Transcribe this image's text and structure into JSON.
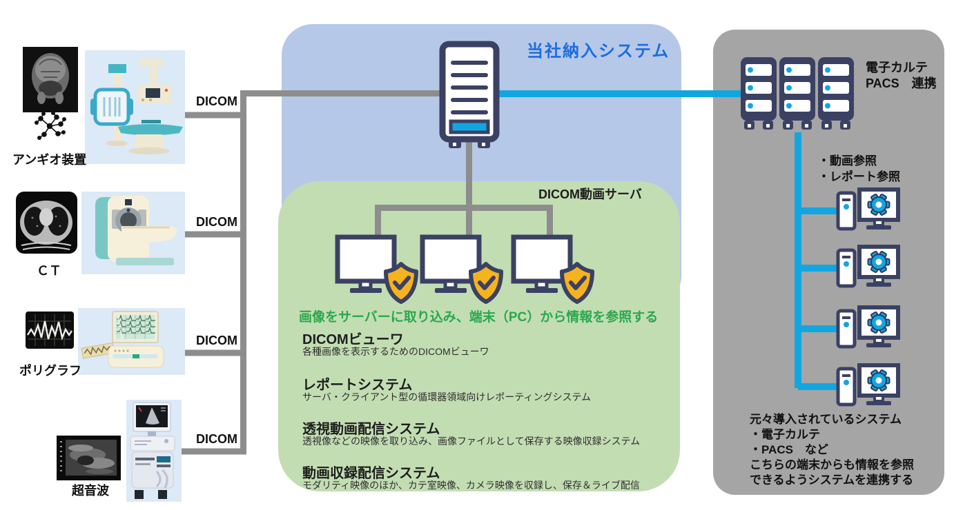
{
  "delivered_system": {
    "title": "当社納入システム",
    "title_color": "#1b6ddc",
    "bg": "#b6c8e8"
  },
  "video_server": {
    "title": "DICOM動画サーバ",
    "bg": "#c3ddb3",
    "tagline": "画像をサーバーに取り込み、端末（PC）から情報を参照する",
    "tagline_color": "#2aa84e",
    "systems": [
      {
        "name": "DICOMビューワ",
        "desc": "各種画像を表示するためのDICOMビューワ"
      },
      {
        "name": "レポートシステム",
        "desc": "サーバ・クライアント型の循環器領域向けレポーティングシステム"
      },
      {
        "name": "透視動画配信システム",
        "desc": "透視像などの映像を取り込み、画像ファイルとして保存する映像収録システム"
      },
      {
        "name": "動画収録配信システム",
        "desc": "モダリティ映像のほか、カテ室映像、カメラ映像を収録し、保存＆ライブ配信"
      }
    ]
  },
  "devices": [
    {
      "label": "アンギオ装置",
      "protocol": "DICOM"
    },
    {
      "label": "ＣＴ",
      "protocol": "DICOM"
    },
    {
      "label": "ポリグラフ",
      "protocol": "DICOM"
    },
    {
      "label": "超音波",
      "protocol": "DICOM"
    }
  ],
  "external_system": {
    "bg": "#a5a5a5",
    "link_title_line1": "電子カルテ",
    "link_title_line2": "PACS　連携",
    "bullets": [
      "・動画参照",
      "・レポート参照"
    ],
    "note": [
      "元々導入されているシステム",
      "・電子カルテ",
      "・PACS　など",
      "こちらの端末からも情報を参照",
      "できるようシステムを連携する"
    ]
  },
  "colors": {
    "line_gray": "#8d8d8d",
    "line_cyan": "#12a6e0",
    "icon_navy": "#3b4163",
    "shield_yellow": "#f5b31f",
    "device_panel_blue": "#dce9f6"
  }
}
